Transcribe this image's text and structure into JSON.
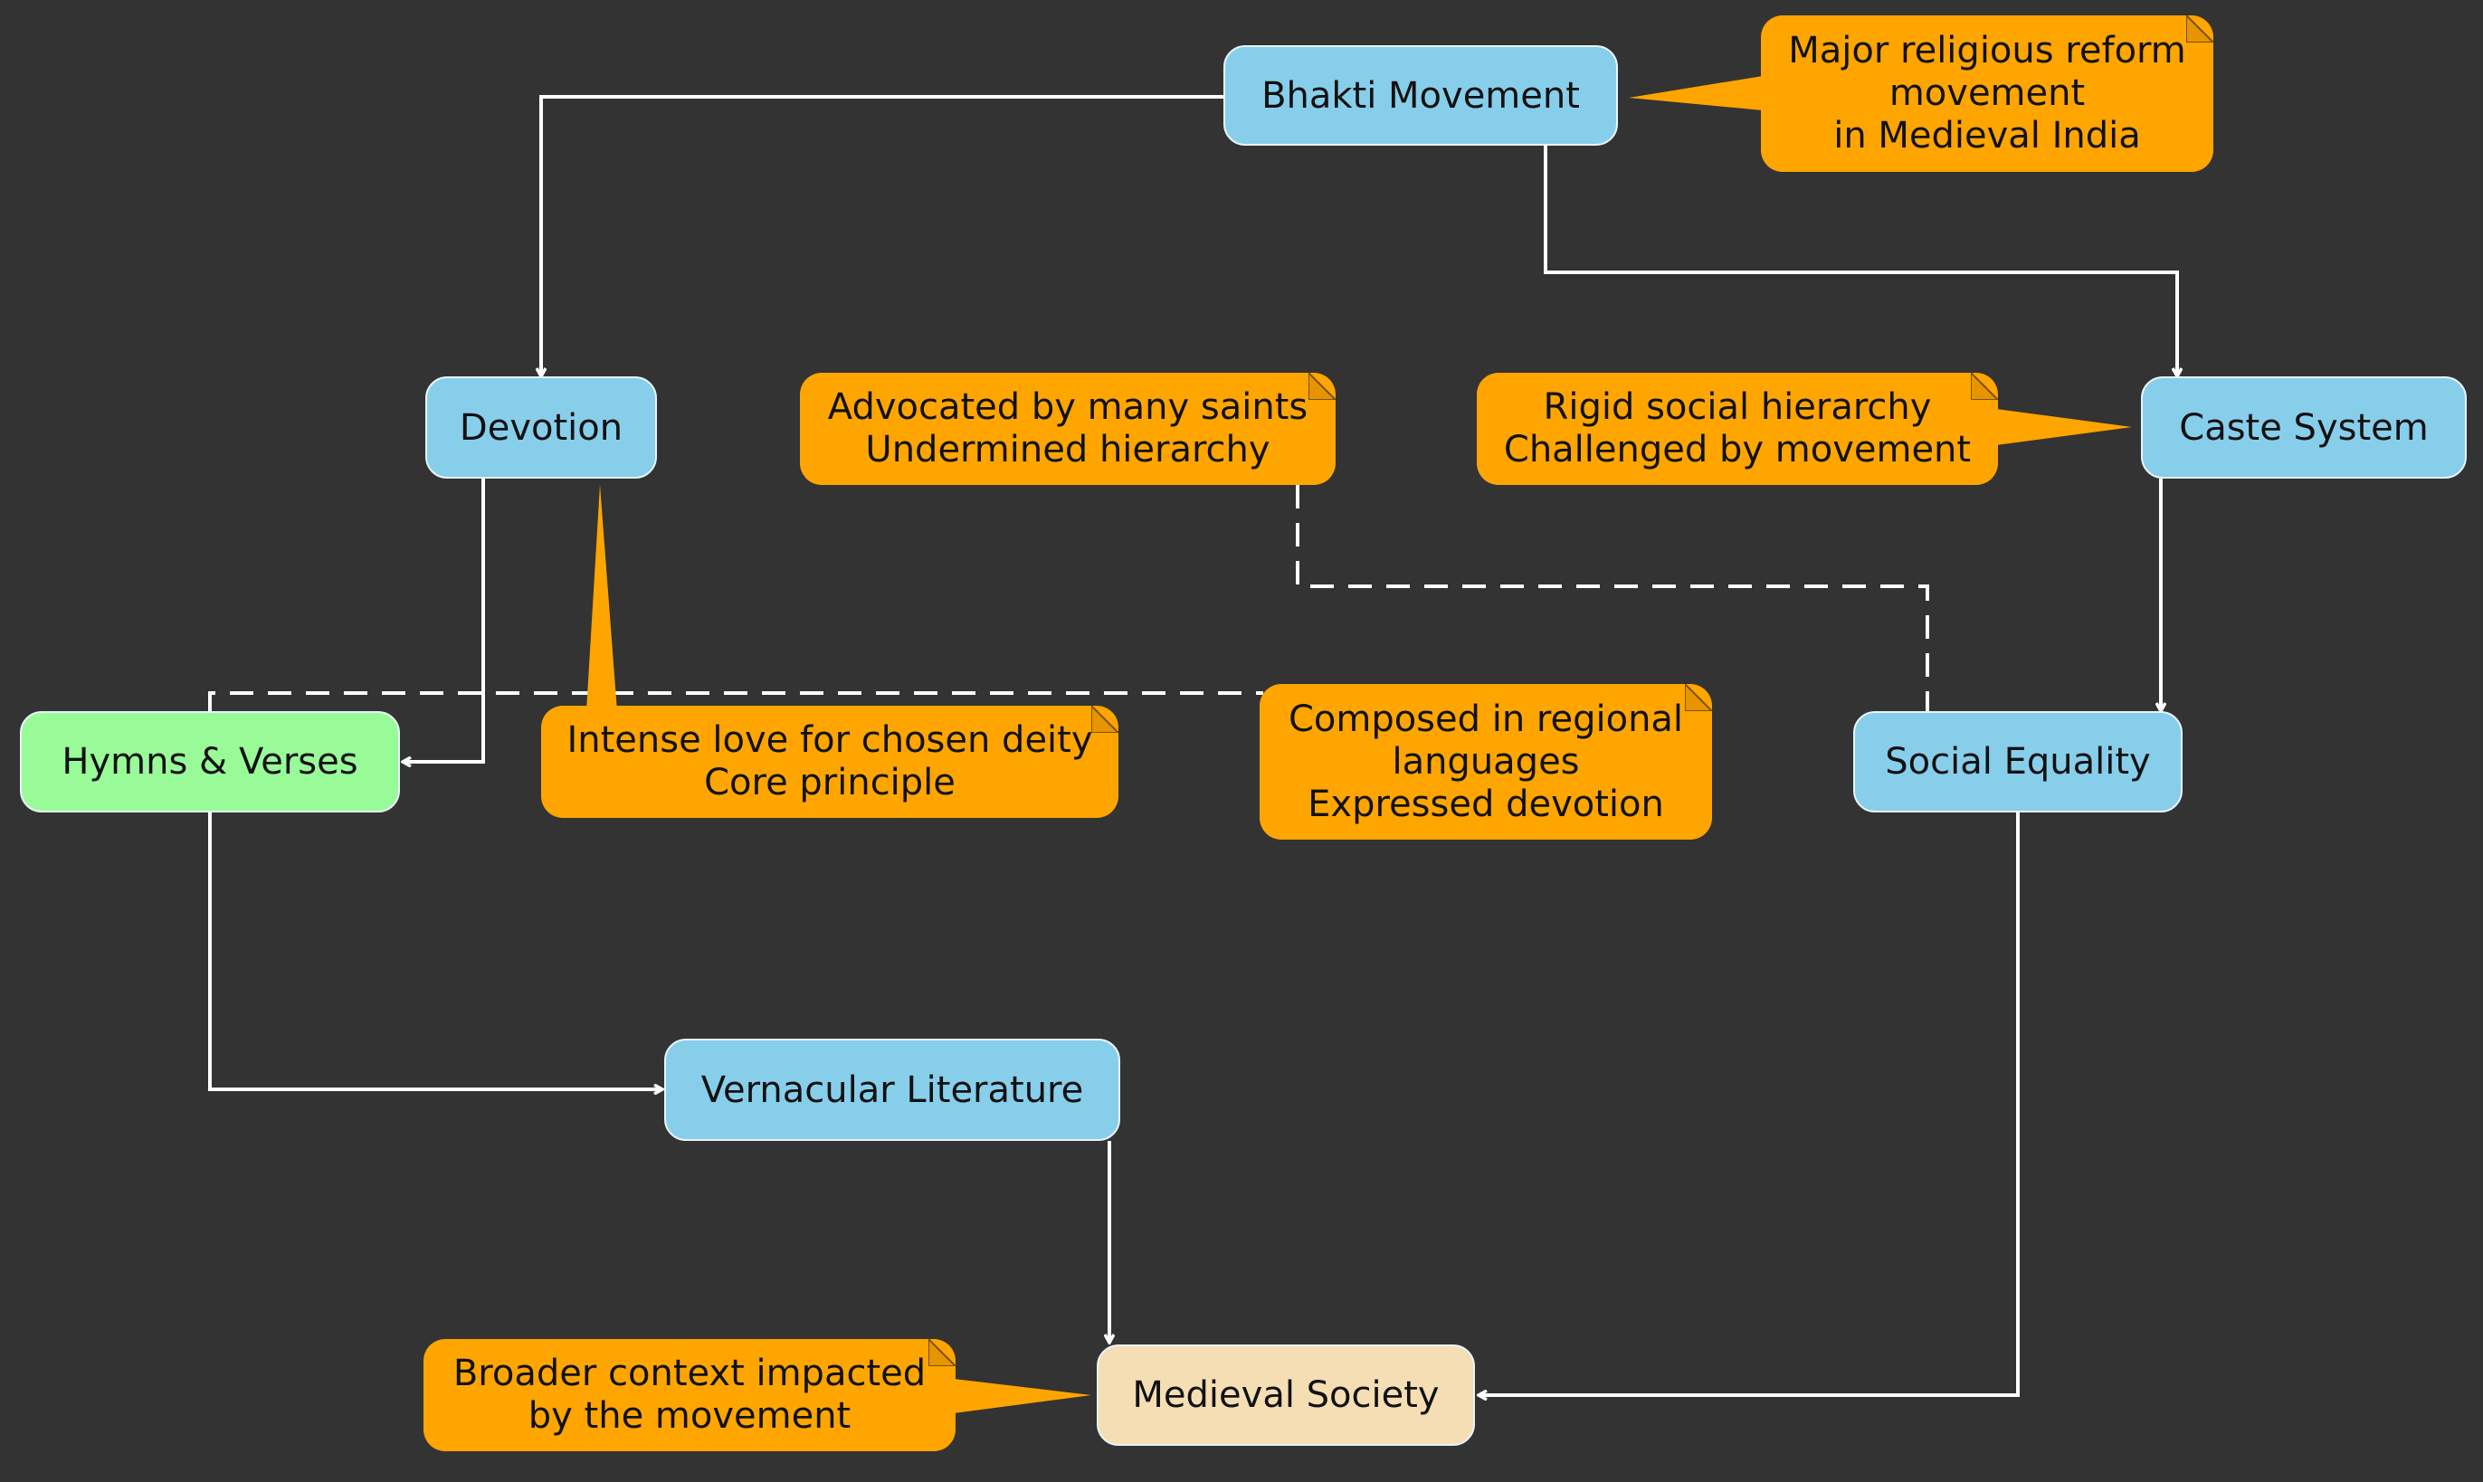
{
  "nodes": {
    "bhakti": "Bhakti Movement",
    "devotion": "Devotion",
    "caste": "Caste System",
    "hymns": "Hymns & Verses",
    "social_equality": "Social Equality",
    "vernacular": "Vernacular Literature",
    "medieval": "Medieval Society"
  },
  "notes": {
    "bhakti": [
      "Major religious reform",
      "movement",
      "in Medieval India"
    ],
    "saints": [
      "Advocated by many saints",
      "Undermined hierarchy"
    ],
    "caste": [
      "Rigid social hierarchy",
      "Challenged by movement"
    ],
    "devotion": [
      "Intense love for chosen deity",
      "Core principle"
    ],
    "hymns": [
      "Composed in regional",
      "languages",
      "Expressed devotion"
    ],
    "medieval": [
      "Broader context impacted",
      "by the movement"
    ]
  },
  "colors": {
    "background": "#333333",
    "node_default": "#87ceeb",
    "node_hymns": "#98fb98",
    "node_medieval": "#f5deb3",
    "note": "#ffa500",
    "edge": "#ffffff"
  }
}
